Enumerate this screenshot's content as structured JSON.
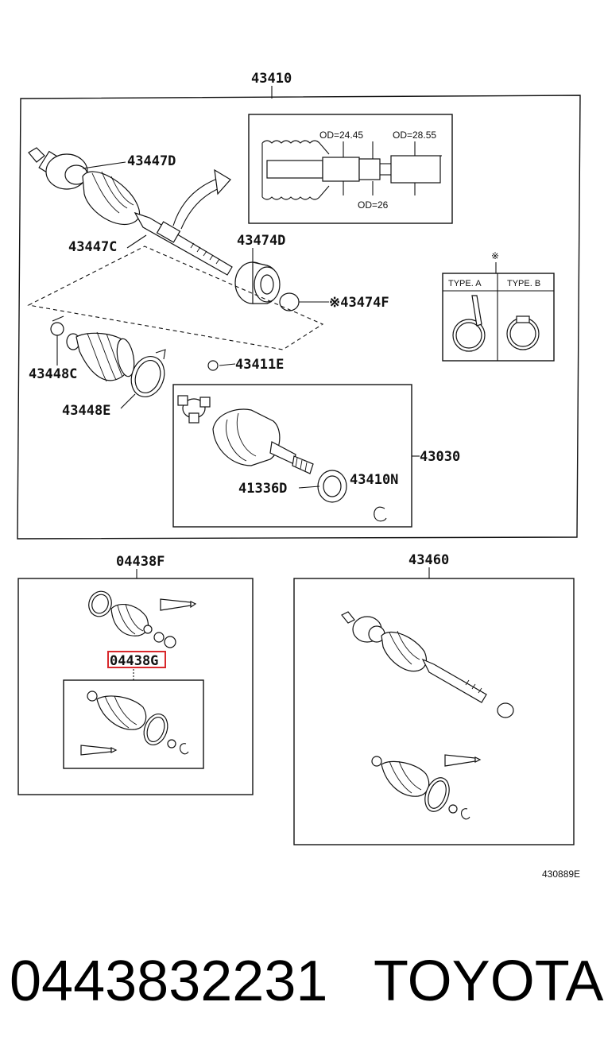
{
  "labels": {
    "main_assembly": "43410",
    "insert_od1": "OD=24.45",
    "insert_od2": "OD=28.55",
    "insert_od3": "OD=26",
    "outer_joint": "43447D",
    "shaft": "43447C",
    "damper": "43474D",
    "damper_ring": "※43474F",
    "boot_clamp": "43448C",
    "boot_band": "43448E",
    "snap_ring_top": "43411E",
    "inboard_joint": "43030",
    "dust_seal": "41336D",
    "snap_ring_bottom": "43410N",
    "clamp_types_mark": "※",
    "clamp_type_a": "TYPE. A",
    "clamp_type_b": "TYPE. B",
    "boot_kit": "04438F",
    "boot_kit_inner": "04438G",
    "spare_assembly": "43460",
    "drawing_code": "430889E"
  },
  "footer": {
    "part_number": "0443832231",
    "brand": "TOYOTA"
  },
  "colors": {
    "line": "#111111",
    "highlight": "#d8282c"
  }
}
